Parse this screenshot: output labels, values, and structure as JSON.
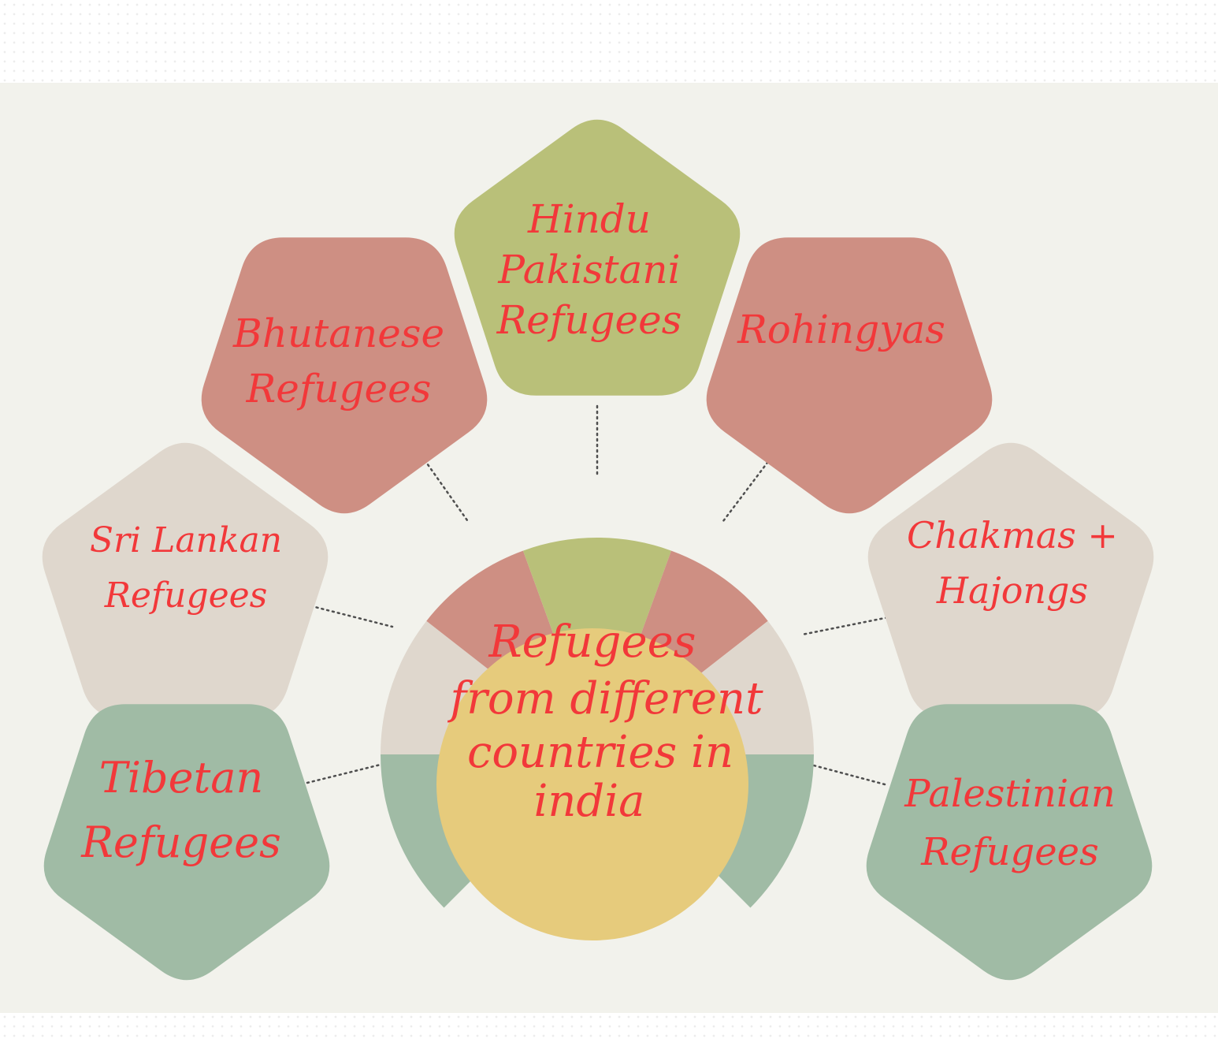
{
  "colors": {
    "rose": "#ce8f83",
    "olive": "#b9c079",
    "beige": "#dfd7cd",
    "sage": "#a0bba5",
    "center": "#e6cb7c",
    "ink": "#f2383a",
    "connector": "#4f4f4f"
  },
  "center": {
    "lines": [
      "Refugees",
      "from different",
      "countries in",
      "india"
    ]
  },
  "nodes": [
    {
      "id": "hindu-pakistani",
      "lines": [
        "Hindu",
        "Pakistani",
        "Refugees"
      ],
      "color": "olive"
    },
    {
      "id": "bhutanese",
      "lines": [
        "Bhutanese",
        "Refugees"
      ],
      "color": "rose"
    },
    {
      "id": "rohingyas",
      "lines": [
        "Rohingyas"
      ],
      "color": "rose"
    },
    {
      "id": "sri-lankan",
      "lines": [
        "Sri Lankan",
        "Refugees"
      ],
      "color": "beige"
    },
    {
      "id": "chakmas-hajongs",
      "lines": [
        "Chakmas +",
        "Hajongs"
      ],
      "color": "beige"
    },
    {
      "id": "tibetan",
      "lines": [
        "Tibetan",
        "Refugees"
      ],
      "color": "sage"
    },
    {
      "id": "palestinian",
      "lines": [
        "Palestinian",
        "Refugees"
      ],
      "color": "sage"
    }
  ]
}
